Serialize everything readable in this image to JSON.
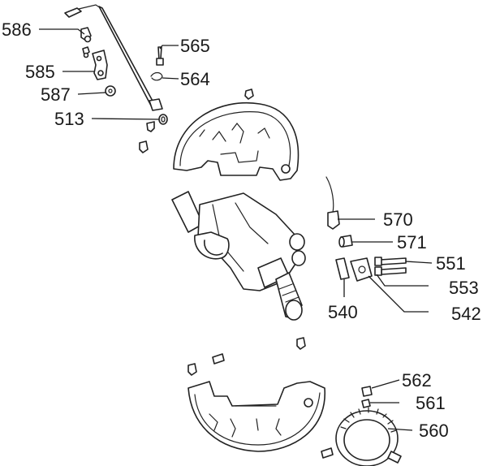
{
  "callouts": [
    {
      "id": "586",
      "text": "586"
    },
    {
      "id": "585",
      "text": "585"
    },
    {
      "id": "587",
      "text": "587"
    },
    {
      "id": "513",
      "text": "513"
    },
    {
      "id": "565",
      "text": "565"
    },
    {
      "id": "564",
      "text": "564"
    },
    {
      "id": "570",
      "text": "570"
    },
    {
      "id": "571",
      "text": "571"
    },
    {
      "id": "551",
      "text": "551"
    },
    {
      "id": "553",
      "text": "553"
    },
    {
      "id": "540",
      "text": "540"
    },
    {
      "id": "542",
      "text": "542"
    },
    {
      "id": "562",
      "text": "562"
    },
    {
      "id": "561",
      "text": "561"
    },
    {
      "id": "560",
      "text": "560"
    }
  ]
}
